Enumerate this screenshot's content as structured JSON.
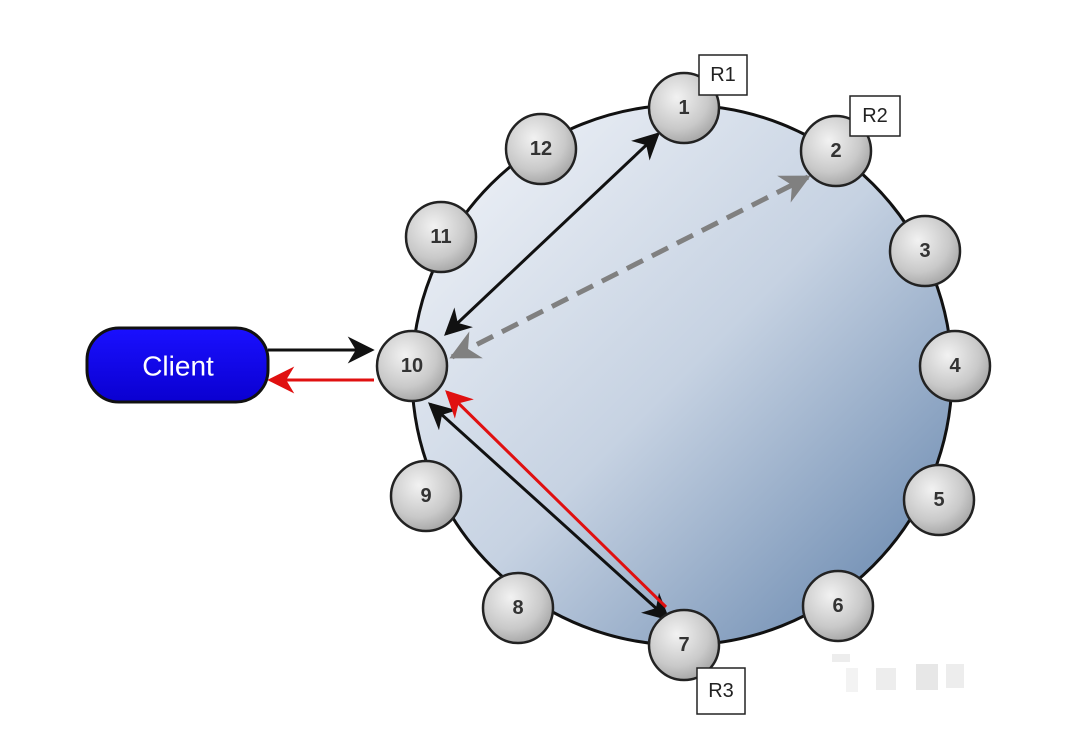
{
  "client": {
    "label": "Client",
    "color": "#0a00f0"
  },
  "ring": {
    "nodes": [
      {
        "id": "n1",
        "label": "1"
      },
      {
        "id": "n2",
        "label": "2"
      },
      {
        "id": "n3",
        "label": "3"
      },
      {
        "id": "n4",
        "label": "4"
      },
      {
        "id": "n5",
        "label": "5"
      },
      {
        "id": "n6",
        "label": "6"
      },
      {
        "id": "n7",
        "label": "7"
      },
      {
        "id": "n8",
        "label": "8"
      },
      {
        "id": "n9",
        "label": "9"
      },
      {
        "id": "n10",
        "label": "10"
      },
      {
        "id": "n11",
        "label": "11"
      },
      {
        "id": "n12",
        "label": "12"
      }
    ],
    "replicas": [
      {
        "label": "R1",
        "node": "1"
      },
      {
        "label": "R2",
        "node": "2"
      },
      {
        "label": "R3",
        "node": "7"
      }
    ]
  },
  "edges": [
    {
      "from": "Client",
      "to": "10",
      "style": "solid",
      "color": "#111111"
    },
    {
      "from": "10",
      "to": "Client",
      "style": "solid",
      "color": "#e01010"
    },
    {
      "from": "10",
      "to": "1",
      "style": "solid",
      "color": "#111111",
      "bidirectional": true
    },
    {
      "from": "10",
      "to": "2",
      "style": "dashed",
      "color": "#808080",
      "bidirectional": true
    },
    {
      "from": "10",
      "to": "7",
      "style": "solid",
      "color": "#111111",
      "bidirectional": true
    },
    {
      "from": "7",
      "to": "10",
      "style": "solid",
      "color": "#e01010"
    }
  ]
}
